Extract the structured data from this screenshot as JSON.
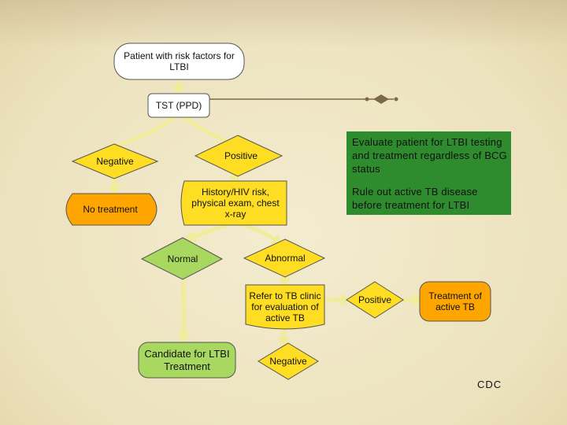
{
  "nodes": {
    "start": "Patient with risk factors for LTBI",
    "tst": "TST (PPD)",
    "positive_top": "Positive",
    "negative_top": "Negative",
    "no_treatment": "No treatment",
    "history": "History/HIV risk, physical exam, chest x-ray",
    "normal": "Normal",
    "abnormal": "Abnormal",
    "refer": "Refer to TB clinic for evaluation of active TB",
    "positive_right": "Positive",
    "treatment_active": "Treatment of active TB",
    "candidate": "Candidate for LTBI Treatment",
    "negative_bottom": "Negative"
  },
  "panel": {
    "line1": "Evaluate patient for LTBI testing and treatment regardless of BCG status",
    "line2": "Rule out active TB disease before treatment for LTBI"
  },
  "credit": "CDC",
  "colors": {
    "white_node": "#ffffff",
    "yellow_node": "#ffdd22",
    "orange_node": "#ffa500",
    "green_node": "#a8d860",
    "arrow": "#f0ec9a",
    "panel": "#2e8b2e"
  }
}
